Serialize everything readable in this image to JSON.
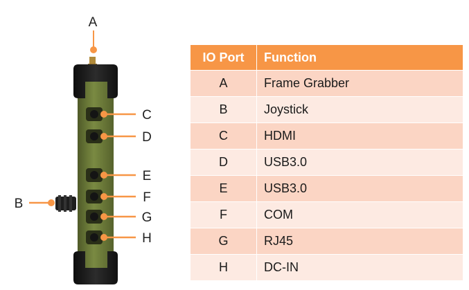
{
  "callouts": [
    "A",
    "B",
    "C",
    "D",
    "E",
    "F",
    "G",
    "H"
  ],
  "colors": {
    "accent": "#f79646",
    "row_odd": "#fbd5c4",
    "row_even": "#fdeae2",
    "device_body": "#6b7a3a",
    "bumper": "#1b1b1b"
  },
  "table": {
    "headers": [
      "IO Port",
      "Function"
    ],
    "rows": [
      {
        "port": "A",
        "function": "Frame Grabber"
      },
      {
        "port": "B",
        "function": "Joystick"
      },
      {
        "port": "C",
        "function": "HDMI"
      },
      {
        "port": "D",
        "function": "USB3.0"
      },
      {
        "port": "E",
        "function": "USB3.0"
      },
      {
        "port": "F",
        "function": "COM"
      },
      {
        "port": "G",
        "function": "RJ45"
      },
      {
        "port": "H",
        "function": "DC-IN"
      }
    ]
  }
}
